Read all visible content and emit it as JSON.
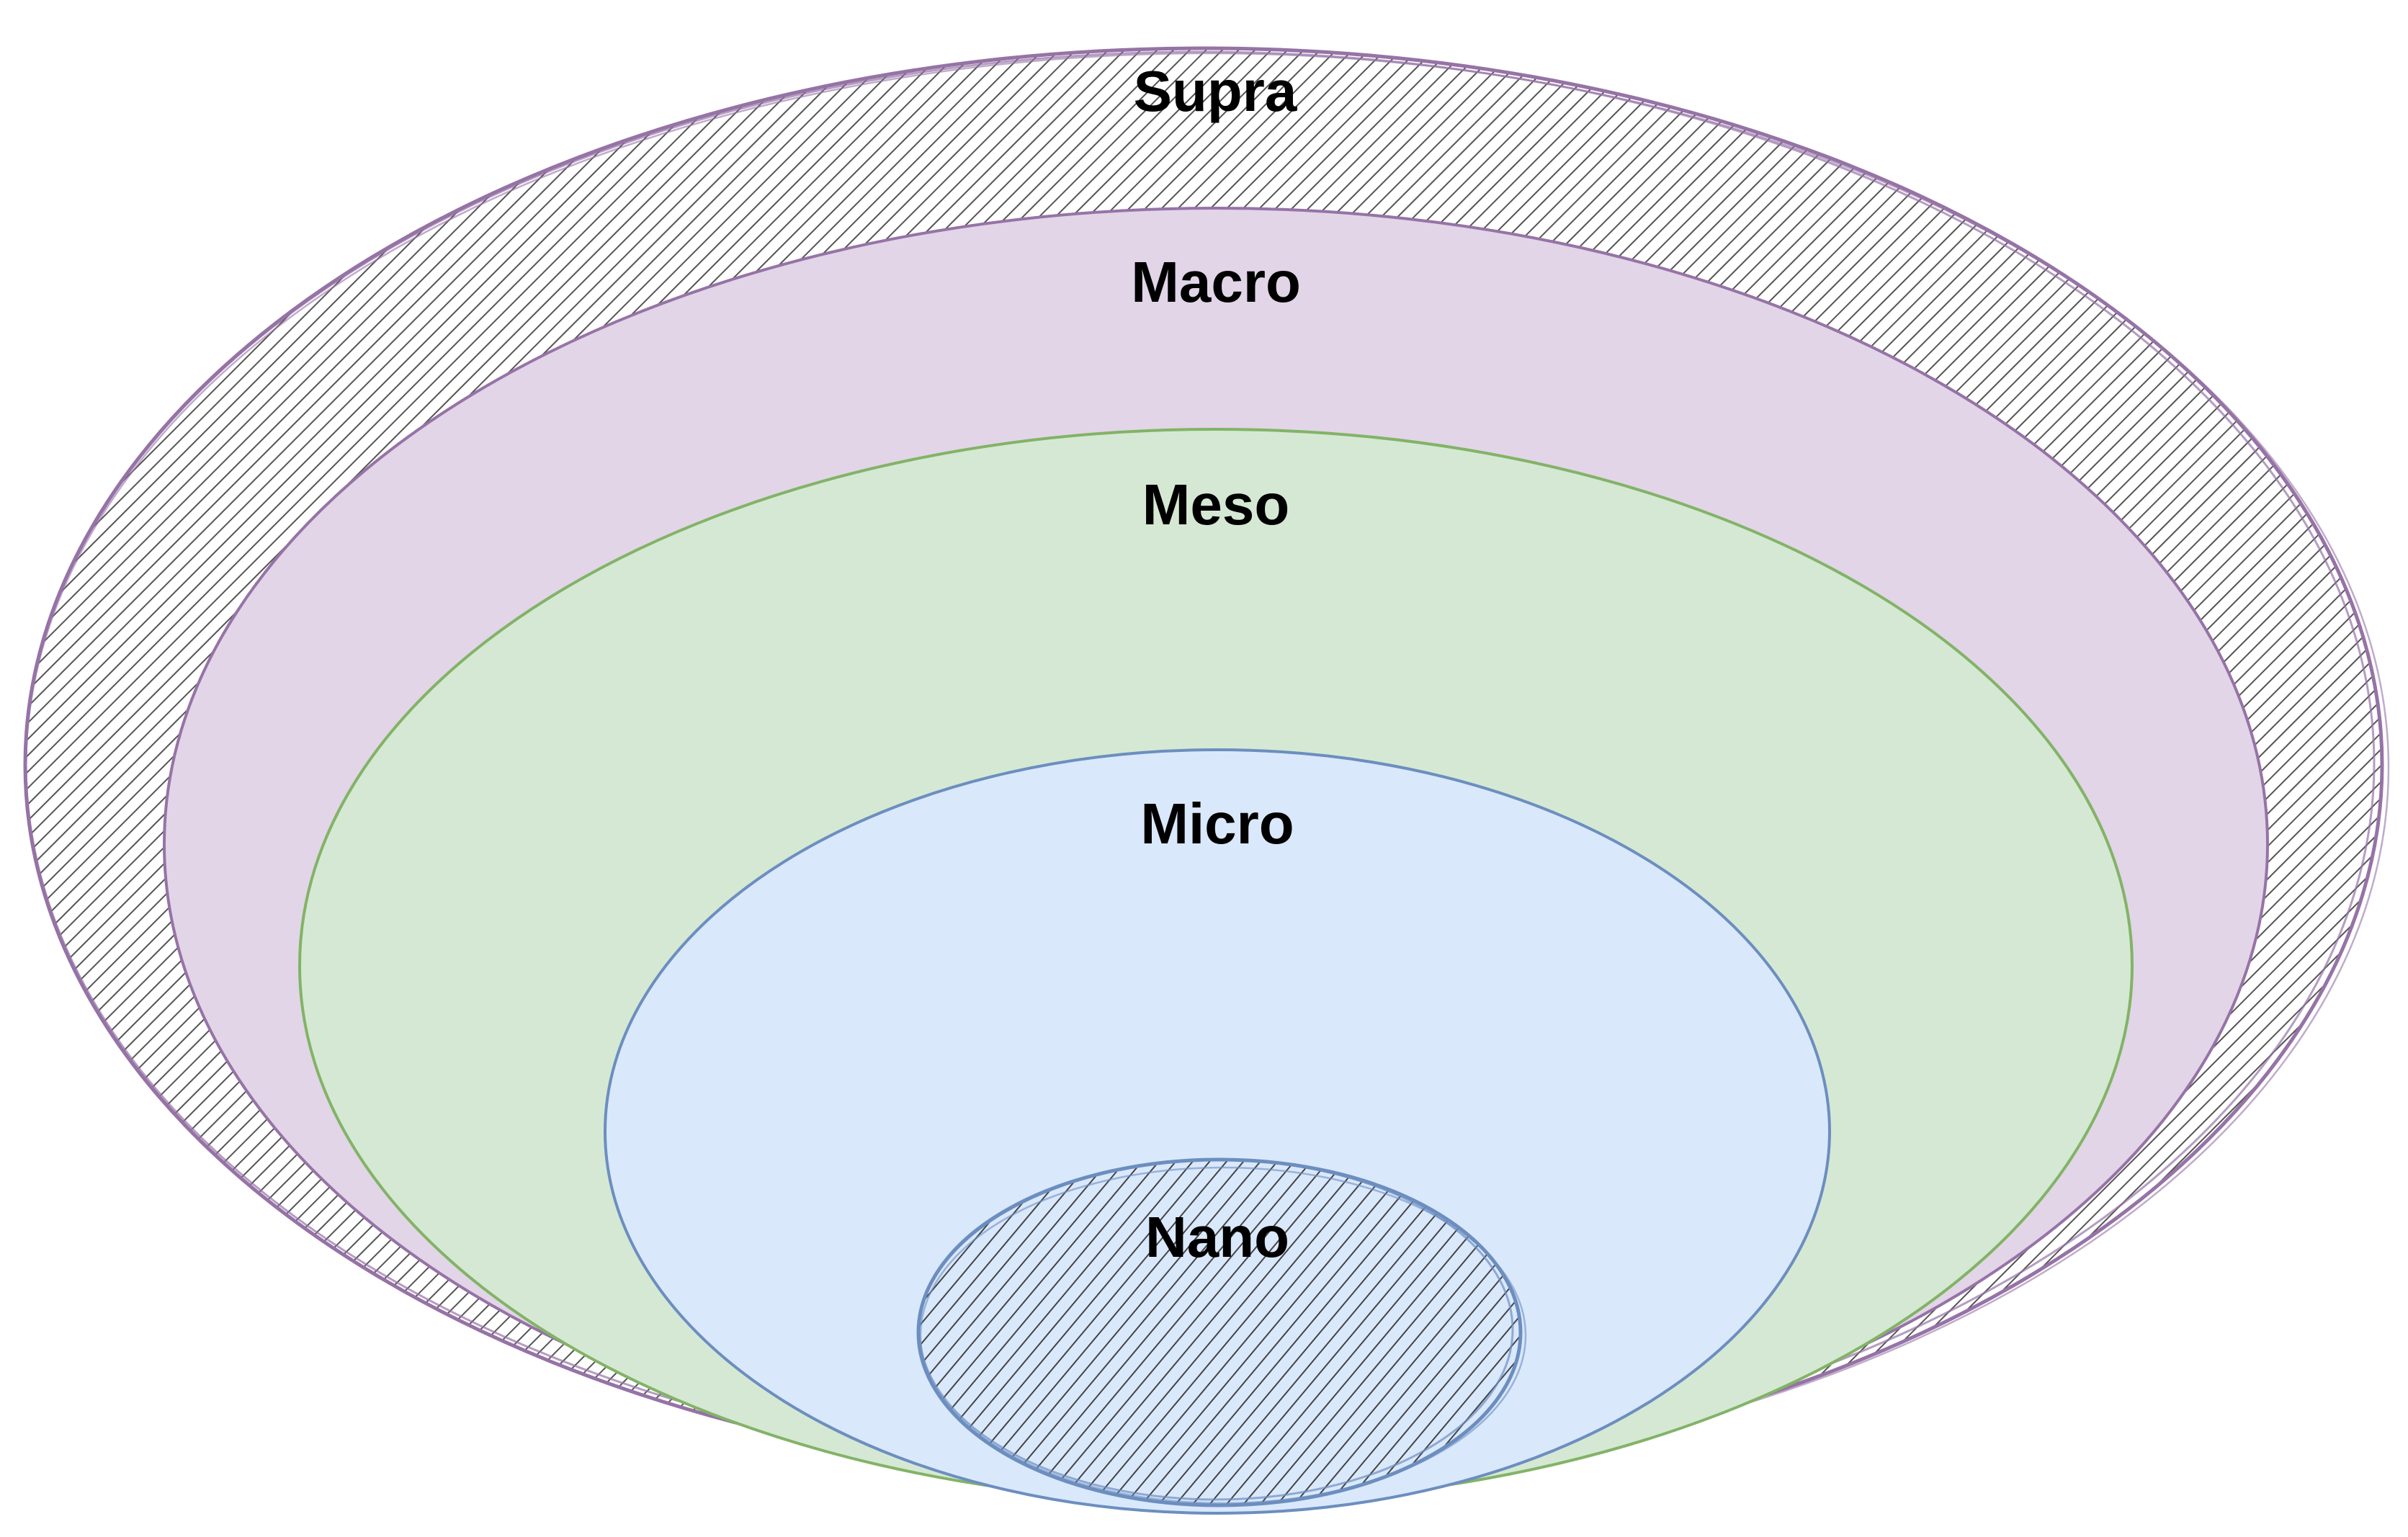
{
  "levels": [
    {
      "id": "supra",
      "label": "Supra",
      "fill": "hatch",
      "stroke": "#9673a6",
      "hatch_color": "#4a4a4a"
    },
    {
      "id": "macro",
      "label": "Macro",
      "fill": "#e1d5e7",
      "stroke": "#9673a6"
    },
    {
      "id": "meso",
      "label": "Meso",
      "fill": "#d5e8d4",
      "stroke": "#82b366"
    },
    {
      "id": "micro",
      "label": "Micro",
      "fill": "#dae8fc",
      "stroke": "#6c8ebf"
    },
    {
      "id": "nano",
      "label": "Nano",
      "fill": "hatch",
      "stroke": "#6c8ebf",
      "hatch_color": "#3a3a3a"
    }
  ]
}
